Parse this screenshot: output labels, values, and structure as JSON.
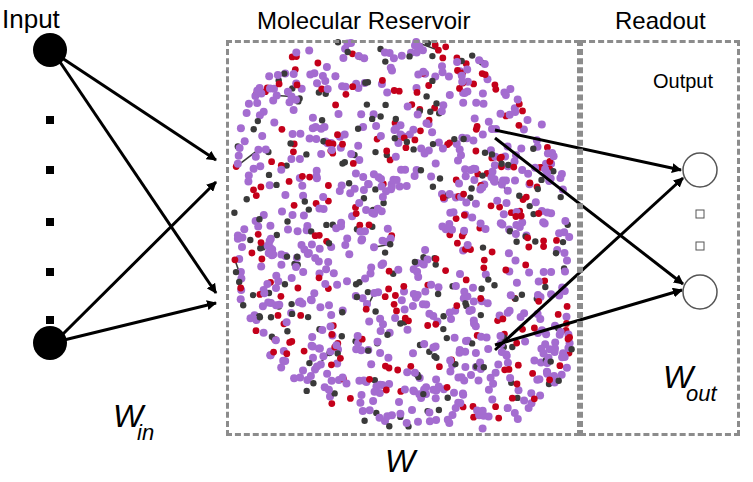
{
  "diagram": {
    "nodes": [
      {
        "text": [
          "Molecular Reservoir",
          "W"
        ]
      },
      {
        "text": [
          "Readout",
          "Output",
          "W",
          "out"
        ]
      }
    ],
    "labels": [
      "Input",
      "W",
      "in"
    ]
  }
}
